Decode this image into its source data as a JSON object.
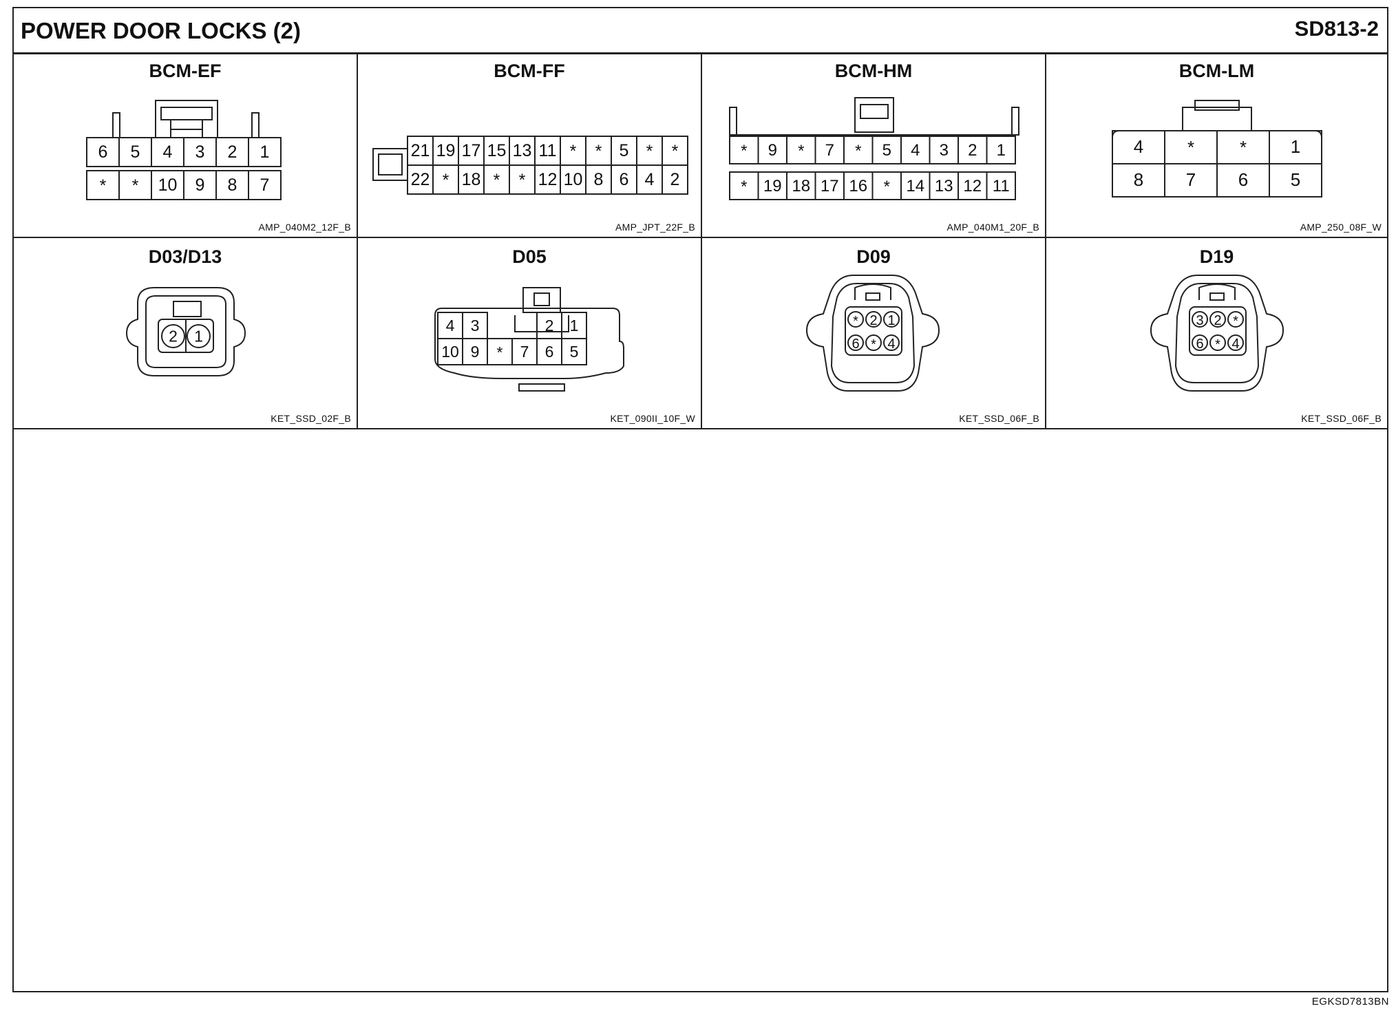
{
  "header": {
    "title": "POWER DOOR LOCKS (2)",
    "code": "SD813-2"
  },
  "connectors": [
    {
      "name": "BCM-EF",
      "part": "AMP_040M2_12F_B",
      "rows": [
        [
          "6",
          "5",
          "4",
          "3",
          "2",
          "1"
        ],
        [
          "*",
          "*",
          "10",
          "9",
          "8",
          "7"
        ]
      ]
    },
    {
      "name": "BCM-FF",
      "part": "AMP_JPT_22F_B",
      "rows": [
        [
          "21",
          "19",
          "17",
          "15",
          "13",
          "11",
          "*",
          "*",
          "5",
          "*",
          "*"
        ],
        [
          "22",
          "*",
          "18",
          "*",
          "*",
          "12",
          "10",
          "8",
          "6",
          "4",
          "2"
        ]
      ]
    },
    {
      "name": "BCM-HM",
      "part": "AMP_040M1_20F_B",
      "rows": [
        [
          "*",
          "9",
          "*",
          "7",
          "*",
          "5",
          "4",
          "3",
          "2",
          "1"
        ],
        [
          "*",
          "19",
          "18",
          "17",
          "16",
          "*",
          "14",
          "13",
          "12",
          "11"
        ]
      ]
    },
    {
      "name": "BCM-LM",
      "part": "AMP_250_08F_W",
      "rows": [
        [
          "4",
          "*",
          "*",
          "1"
        ],
        [
          "8",
          "7",
          "6",
          "5"
        ]
      ]
    },
    {
      "name": "D03/D13",
      "part": "KET_SSD_02F_B",
      "rows": [
        [
          "2",
          "1"
        ]
      ]
    },
    {
      "name": "D05",
      "part": "KET_090II_10F_W",
      "rows": [
        [
          "4",
          "3",
          "2",
          "1"
        ],
        [
          "10",
          "9",
          "*",
          "7",
          "6",
          "5"
        ]
      ]
    },
    {
      "name": "D09",
      "part": "KET_SSD_06F_B",
      "rows": [
        [
          "*",
          "2",
          "1"
        ],
        [
          "6",
          "*",
          "4"
        ]
      ]
    },
    {
      "name": "D19",
      "part": "KET_SSD_06F_B",
      "rows": [
        [
          "3",
          "2",
          "*"
        ],
        [
          "6",
          "*",
          "4"
        ]
      ]
    }
  ],
  "footer_id": "EGKSD7813BN"
}
